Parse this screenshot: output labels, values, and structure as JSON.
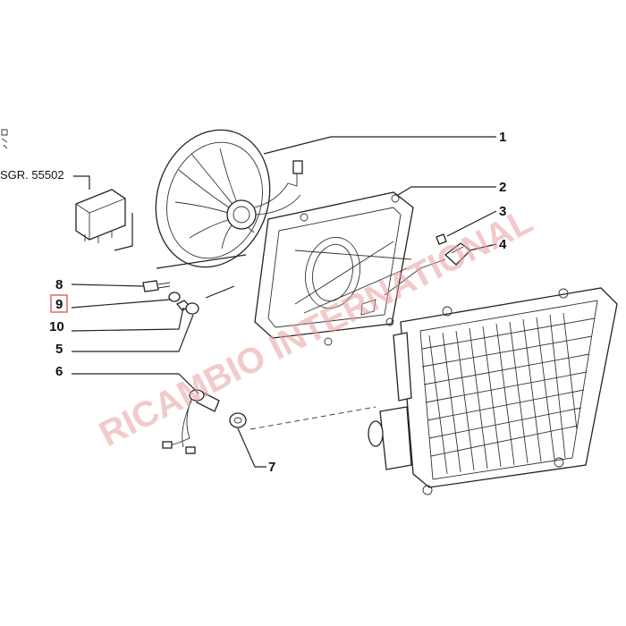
{
  "reference": "SGR. 55502",
  "watermark": "RICAMBIO INTERNATIONAL",
  "colors": {
    "highlight_box": "#d9534f",
    "watermark": "#e8a0a0",
    "line": "#222222"
  },
  "callouts": [
    "1",
    "2",
    "3",
    "4",
    "8",
    "9",
    "10",
    "5",
    "6",
    "7"
  ],
  "highlighted_callout": "9"
}
